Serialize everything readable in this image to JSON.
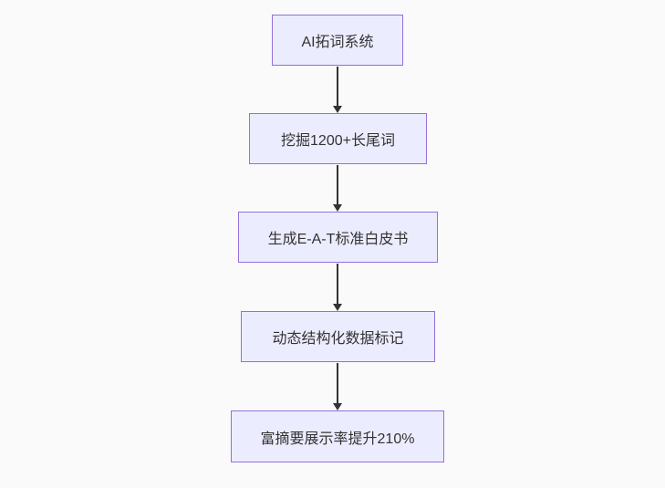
{
  "diagram": {
    "type": "flowchart",
    "direction": "top-down",
    "background_color": "#fafafa",
    "node_fill_color": "#ECECFF",
    "node_border_color": "#9370DB",
    "text_color": "#333333",
    "arrow_color": "#333333",
    "nodes": [
      {
        "id": "n1",
        "label": "AI拓词系统"
      },
      {
        "id": "n2",
        "label": "挖掘1200+长尾词"
      },
      {
        "id": "n3",
        "label": "生成E-A-T标准白皮书"
      },
      {
        "id": "n4",
        "label": "动态结构化数据标记"
      },
      {
        "id": "n5",
        "label": "富摘要展示率提升210%"
      }
    ],
    "edges": [
      {
        "from": "n1",
        "to": "n2",
        "arrow": "down"
      },
      {
        "from": "n2",
        "to": "n3",
        "arrow": "down"
      },
      {
        "from": "n3",
        "to": "n4",
        "arrow": "down"
      },
      {
        "from": "n4",
        "to": "n5",
        "arrow": "down"
      }
    ]
  }
}
